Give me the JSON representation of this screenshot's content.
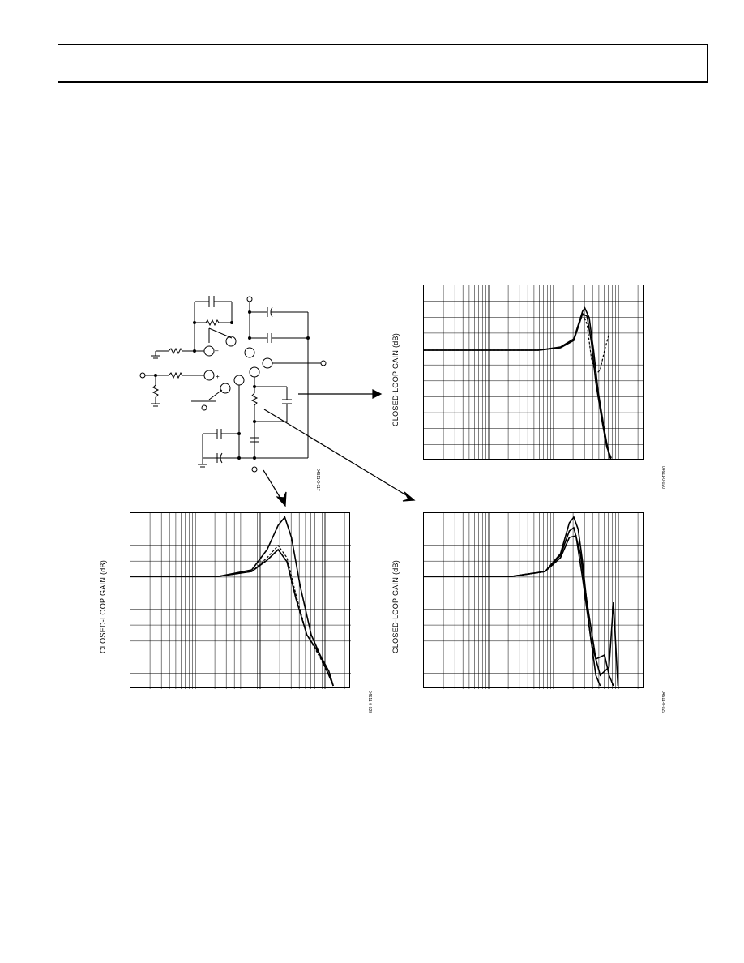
{
  "header": {
    "text": ""
  },
  "schematic": {
    "code": "04611-0-117"
  },
  "plots": [
    {
      "id": "plot-top-right",
      "ylabel": "CLOSED-LOOP GAIN (dB)",
      "code": "04611-0-020",
      "curves": [
        {
          "style": "solid",
          "points": [
            [
              0,
              80
            ],
            [
              0.52,
              80
            ],
            [
              0.62,
              76
            ],
            [
              0.68,
              66
            ],
            [
              0.72,
              32
            ],
            [
              0.73,
              28
            ],
            [
              0.75,
              40
            ],
            [
              0.77,
              80
            ],
            [
              0.79,
              130
            ],
            [
              0.82,
              180
            ],
            [
              0.84,
              210
            ],
            [
              0.85,
              215
            ]
          ]
        },
        {
          "style": "solid",
          "points": [
            [
              0,
              80
            ],
            [
              0.52,
              80
            ],
            [
              0.62,
              77
            ],
            [
              0.68,
              68
            ],
            [
              0.72,
              35
            ],
            [
              0.74,
              38
            ],
            [
              0.76,
              70
            ],
            [
              0.78,
              120
            ],
            [
              0.81,
              170
            ],
            [
              0.83,
              200
            ],
            [
              0.85,
              213
            ]
          ]
        },
        {
          "style": "dashed",
          "points": [
            [
              0,
              80
            ],
            [
              0.52,
              80
            ],
            [
              0.62,
              77
            ],
            [
              0.68,
              68
            ],
            [
              0.72,
              34
            ],
            [
              0.74,
              48
            ],
            [
              0.76,
              90
            ],
            [
              0.78,
              110
            ],
            [
              0.8,
              104
            ],
            [
              0.82,
              80
            ],
            [
              0.84,
              60
            ]
          ]
        }
      ]
    },
    {
      "id": "plot-bottom-left",
      "ylabel": "CLOSED-LOOP GAIN (dB)",
      "code": "04611-0-028",
      "curves": [
        {
          "style": "solid",
          "points": [
            [
              0,
              78
            ],
            [
              0.4,
              78
            ],
            [
              0.55,
              70
            ],
            [
              0.62,
              45
            ],
            [
              0.67,
              15
            ],
            [
              0.7,
              5
            ],
            [
              0.73,
              30
            ],
            [
              0.77,
              90
            ],
            [
              0.82,
              150
            ],
            [
              0.86,
              175
            ],
            [
              0.9,
              195
            ],
            [
              0.92,
              213
            ]
          ]
        },
        {
          "style": "dashed",
          "points": [
            [
              0,
              78
            ],
            [
              0.4,
              78
            ],
            [
              0.55,
              72
            ],
            [
              0.62,
              55
            ],
            [
              0.67,
              40
            ],
            [
              0.71,
              55
            ],
            [
              0.75,
              100
            ],
            [
              0.8,
              150
            ],
            [
              0.86,
              178
            ],
            [
              0.9,
              200
            ],
            [
              0.92,
              213
            ]
          ]
        },
        {
          "style": "solid",
          "points": [
            [
              0,
              78
            ],
            [
              0.4,
              78
            ],
            [
              0.55,
              72
            ],
            [
              0.62,
              58
            ],
            [
              0.67,
              45
            ],
            [
              0.71,
              60
            ],
            [
              0.75,
              105
            ],
            [
              0.8,
              150
            ],
            [
              0.86,
              175
            ],
            [
              0.9,
              200
            ],
            [
              0.92,
              213
            ]
          ]
        }
      ]
    },
    {
      "id": "plot-bottom-right",
      "ylabel": "CLOSED-LOOP GAIN (dB)",
      "code": "04611-0-029",
      "curves": [
        {
          "style": "solid",
          "points": [
            [
              0,
              78
            ],
            [
              0.4,
              78
            ],
            [
              0.55,
              72
            ],
            [
              0.62,
              50
            ],
            [
              0.66,
              12
            ],
            [
              0.68,
              5
            ],
            [
              0.7,
              20
            ],
            [
              0.72,
              60
            ],
            [
              0.75,
              140
            ],
            [
              0.78,
              200
            ],
            [
              0.8,
              213
            ]
          ]
        },
        {
          "style": "solid",
          "points": [
            [
              0,
              78
            ],
            [
              0.4,
              78
            ],
            [
              0.55,
              72
            ],
            [
              0.62,
              52
            ],
            [
              0.66,
              22
            ],
            [
              0.68,
              18
            ],
            [
              0.71,
              50
            ],
            [
              0.74,
              110
            ],
            [
              0.78,
              180
            ],
            [
              0.82,
              175
            ],
            [
              0.84,
              200
            ],
            [
              0.86,
              213
            ]
          ]
        },
        {
          "style": "solid",
          "points": [
            [
              0,
              78
            ],
            [
              0.4,
              78
            ],
            [
              0.55,
              72
            ],
            [
              0.62,
              55
            ],
            [
              0.66,
              30
            ],
            [
              0.69,
              28
            ],
            [
              0.72,
              80
            ],
            [
              0.76,
              160
            ],
            [
              0.8,
              200
            ],
            [
              0.84,
              190
            ],
            [
              0.86,
              110
            ],
            [
              0.88,
              213
            ]
          ]
        }
      ]
    }
  ]
}
